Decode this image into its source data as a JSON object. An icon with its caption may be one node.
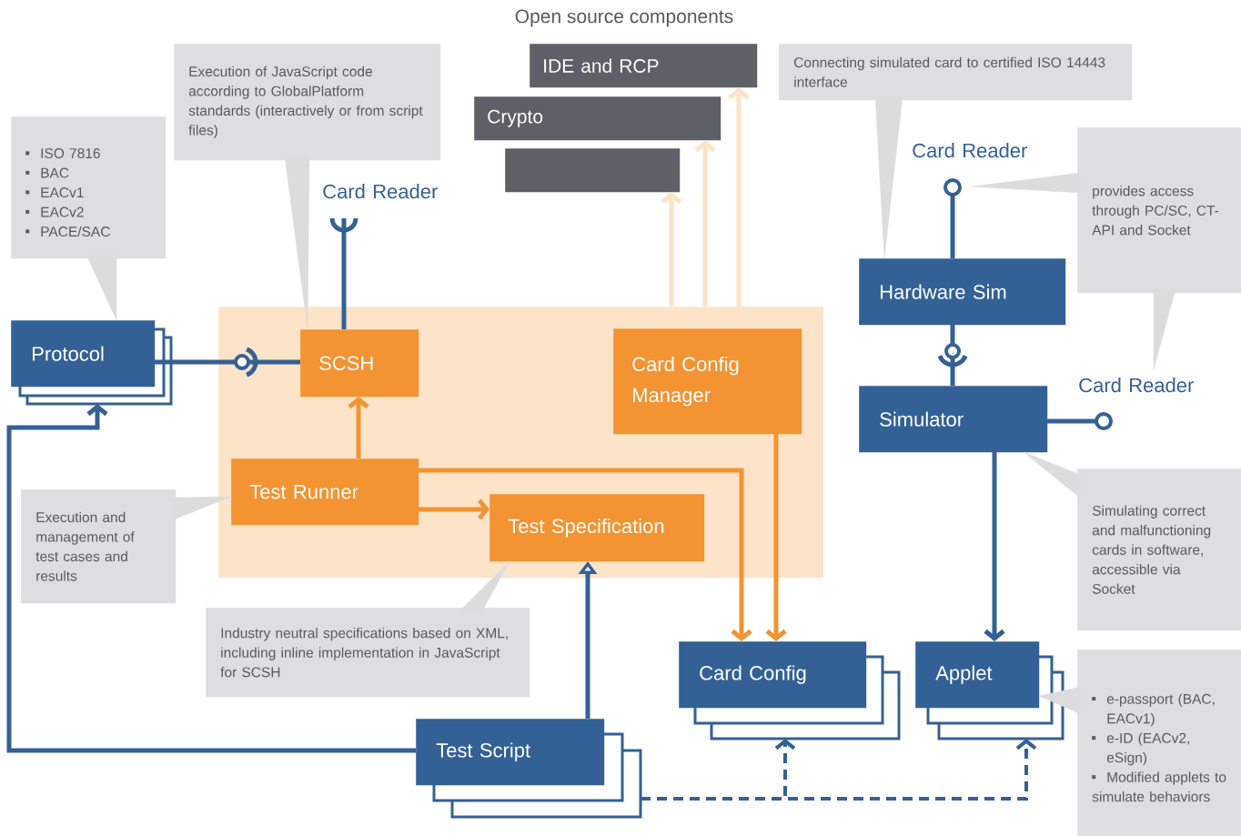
{
  "diagram": {
    "nodes": [
      {
        "text": [],
        "shape": "box"
      },
      {
        "text": [
          "Protocol"
        ]
      },
      {
        "text": [
          "SCSH"
        ],
        "in": 0
      },
      {
        "text": [
          "Card Config Manager"
        ],
        "in": 0
      },
      {
        "text": [
          "Test Runner"
        ],
        "in": 0
      },
      {
        "text": [
          "Test Specification"
        ],
        "in": 0
      },
      {
        "text": [
          "IDE and RCP"
        ]
      },
      {
        "text": [
          "Crypto"
        ]
      },
      {
        "text": [],
        "shape": "box"
      },
      {
        "text": [
          "Card Reader"
        ]
      },
      {
        "text": [
          "Hardware Sim"
        ]
      },
      {
        "text": [
          "Card Reader"
        ]
      },
      {
        "text": [
          "Simulator"
        ]
      },
      {
        "text": [
          "Card Reader"
        ]
      },
      {
        "text": [
          "Card Config"
        ]
      },
      {
        "text": [
          "Applet"
        ]
      },
      {
        "text": [
          "Test Script"
        ]
      },
      {
        "text": [
          "ISO 7816",
          "BAC",
          "EACv1",
          "EACv2",
          "PACE/SAC"
        ]
      },
      {
        "text": [
          "Execution of JavaScript code according to GlobalPlatform standards (interactively or from script files)"
        ]
      },
      {
        "text": [
          "Connecting simulated card to certified ISO 14443 interface"
        ]
      },
      {
        "text": [
          "provides access through PC/SC, CT-API and Socket"
        ]
      },
      {
        "text": [
          "Execution and management of test cases and results"
        ]
      },
      {
        "text": [
          "Industry neutral specifications based on XML, including inline implementation in JavaScript for SCSH"
        ]
      },
      {
        "text": [
          "Simulating correct and malfunctioning cards in software, accessible via Socket"
        ]
      },
      {
        "text": [
          "e-passport (BAC, EACv1)",
          "e-ID (EACv2, eSign)",
          "Modified applets to simulate behaviors"
        ]
      }
    ],
    "edges": [
      {
        "from": 4,
        "to": 2,
        "arrow": "to",
        "color": "#f39331"
      },
      {
        "from": 4,
        "to": 5,
        "arrow": "to",
        "color": "#f39331"
      },
      {
        "from": 4,
        "to": 14,
        "arrow": "to",
        "color": "#f39331"
      },
      {
        "from": 3,
        "to": 14,
        "arrow": "to",
        "color": "#f39331"
      },
      {
        "from": 0,
        "to": 8,
        "arrow": "to",
        "color": "#fde3c6"
      },
      {
        "from": 0,
        "to": 7,
        "arrow": "to",
        "color": "#fde3c6"
      },
      {
        "from": 0,
        "to": 6,
        "arrow": "to",
        "color": "#fde3c6"
      },
      {
        "from": 1,
        "to": 2,
        "arrow": "none"
      },
      {
        "from": 2,
        "to": 9,
        "arrow": "none"
      },
      {
        "from": 10,
        "to": 11,
        "arrow": "other"
      },
      {
        "from": 10,
        "to": 12,
        "arrow": "none"
      },
      {
        "from": 12,
        "to": 13,
        "arrow": "other"
      },
      {
        "from": 12,
        "to": 15,
        "arrow": "to"
      },
      {
        "from": 16,
        "to": 1,
        "arrow": "to"
      },
      {
        "from": 16,
        "to": 5,
        "arrow": "to"
      },
      {
        "from": 16,
        "to": 14,
        "arrow": "to",
        "style": "dashed"
      },
      {
        "from": 16,
        "to": 15,
        "arrow": "to",
        "style": "dashed"
      },
      {
        "from": 17,
        "to": 1,
        "arrow": "to",
        "color": "#dcdcdc"
      },
      {
        "from": 18,
        "to": 2,
        "arrow": "to",
        "color": "#dcdcdc"
      },
      {
        "from": 19,
        "to": 10,
        "arrow": "to",
        "color": "#dcdcdc"
      },
      {
        "from": 20,
        "to": null,
        "arrow": "to",
        "color": "#dcdcdc"
      },
      {
        "from": 20,
        "to": 13,
        "arrow": "to",
        "color": "#dcdcdc"
      },
      {
        "from": 21,
        "to": 4,
        "arrow": "to",
        "color": "#dcdcdc"
      },
      {
        "from": 22,
        "to": 5,
        "arrow": "both",
        "color": "#dcdcdc"
      },
      {
        "from": 23,
        "to": 12,
        "arrow": "to",
        "color": "#dcdcdc"
      },
      {
        "from": 24,
        "to": 15,
        "arrow": "to",
        "color": "#dcdcdc"
      }
    ],
    "labels": [
      "Open source components"
    ]
  }
}
